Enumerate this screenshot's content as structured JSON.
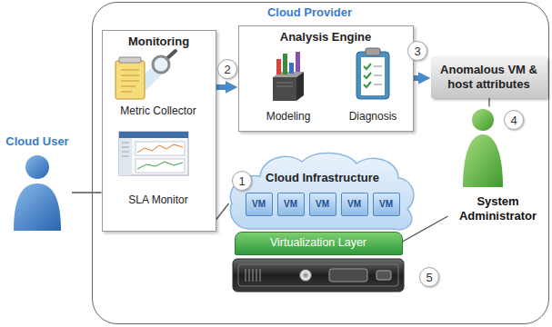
{
  "diagram": {
    "nodes": [
      {
        "text": [
          "Cloud Provider"
        ]
      },
      {
        "text": [
          "Monitoring"
        ],
        "in": 0
      },
      {
        "text": [
          "Metric Collector"
        ],
        "in": 1
      },
      {
        "text": [
          "SLA Monitor"
        ],
        "in": 1
      },
      {
        "text": [
          "Analysis Engine"
        ],
        "in": 0
      },
      {
        "text": [
          "Modeling"
        ],
        "in": 4
      },
      {
        "text": [
          "Diagnosis"
        ],
        "in": 4
      },
      {
        "text": [
          "Anomalous VM & host attributes"
        ],
        "in": 0
      },
      {
        "text": [
          "Cloud User"
        ]
      },
      {
        "text": [
          "Cloud Infrastructure"
        ],
        "in": 0
      },
      {
        "text": [
          "VM"
        ],
        "in": 9
      },
      {
        "text": [
          "VM"
        ],
        "in": 9
      },
      {
        "text": [
          "VM"
        ],
        "in": 9
      },
      {
        "text": [
          "VM"
        ],
        "in": 9
      },
      {
        "text": [
          "VM"
        ],
        "in": 9
      },
      {
        "text": [
          "Virtualization Layer"
        ],
        "in": 0
      },
      {
        "text": [
          "System Administrator"
        ],
        "in": 0
      }
    ],
    "edges": [
      {
        "from": 8,
        "to": 1,
        "arrow": "none"
      },
      {
        "from": 1,
        "to": 4,
        "arrow": "to"
      },
      {
        "from": 5,
        "to": 6,
        "arrow": "to"
      },
      {
        "from": 4,
        "to": 7,
        "arrow": "to"
      },
      {
        "from": 1,
        "to": 9,
        "arrow": "none"
      },
      {
        "from": 7,
        "to": 16,
        "arrow": "none"
      },
      {
        "from": 16,
        "to": 15,
        "arrow": "none"
      }
    ],
    "labels": [
      "1",
      "2",
      "3",
      "4",
      "5"
    ]
  }
}
